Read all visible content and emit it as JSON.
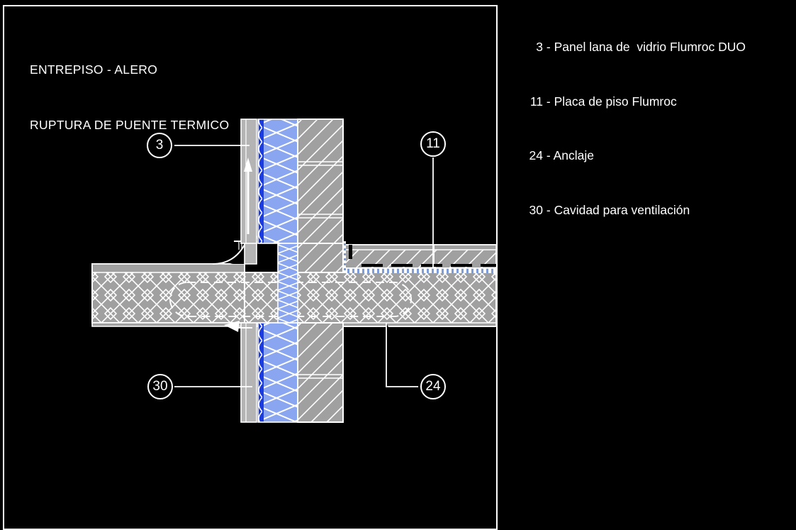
{
  "drawing": {
    "title_lines": [
      "ENTREPISO - ALERO",
      "RUPTURA DE PUENTE TERMICO"
    ],
    "background_color": "#000000",
    "line_color": "#ffffff",
    "colors": {
      "masonry_grey": "#a0a0a0",
      "insulation_light_blue": "#8ba6f0",
      "insulation_dark_blue": "#1a3ce0",
      "cladding_grey": "#b4b4b4",
      "anchor_black": "#000000",
      "dotted_blue": "#7e9cd8"
    }
  },
  "legend": {
    "items": [
      {
        "num": "3",
        "sep": "-",
        "label": "Panel lana de  vidrio Flumroc DUO"
      },
      {
        "num": "11",
        "sep": "-",
        "label": "Placa de piso Flumroc"
      },
      {
        "num": "24",
        "sep": "-",
        "label": "Anclaje"
      },
      {
        "num": "30",
        "sep": "-",
        "label": "Cavidad para ventilación"
      }
    ]
  },
  "callouts": [
    {
      "id": "3",
      "label": "3",
      "meaning": "Panel lana de  vidrio Flumroc DUO"
    },
    {
      "id": "11",
      "label": "11",
      "meaning": "Placa de piso Flumroc"
    },
    {
      "id": "24",
      "label": "24",
      "meaning": "Anclaje"
    },
    {
      "id": "30",
      "label": "30",
      "meaning": "Cavidad para ventilación"
    }
  ]
}
